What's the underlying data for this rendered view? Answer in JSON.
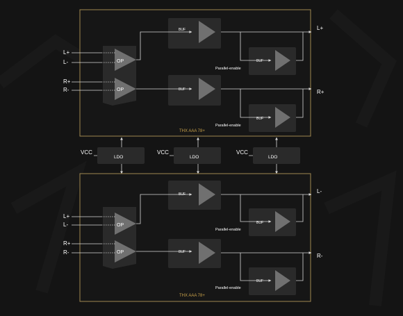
{
  "modules": [
    {
      "inputs": [
        "L+",
        "L-",
        "R+",
        "R-"
      ],
      "op_labels": [
        "OP",
        "OP"
      ],
      "buffers": [
        "BUF",
        "BUF",
        "BUF",
        "BUF"
      ],
      "parallel_labels": [
        "Parallel-enable",
        "Parallel-enable"
      ],
      "outputs": [
        "L+",
        "R+"
      ],
      "footer": "THX AAA 78+"
    },
    {
      "inputs": [
        "L+",
        "L-",
        "R+",
        "R-"
      ],
      "op_labels": [
        "OP",
        "OP"
      ],
      "buffers": [
        "BUF",
        "BUF",
        "BUF",
        "BUF"
      ],
      "parallel_labels": [
        "Parallel-enable",
        "Parallel-enable"
      ],
      "outputs": [
        "L-",
        "R-"
      ],
      "footer": "THX AAA 78+"
    }
  ],
  "regulators": [
    {
      "supply": "VCC",
      "label": "LDO"
    },
    {
      "supply": "VCC",
      "label": "LDO"
    },
    {
      "supply": "VCC",
      "label": "LDO"
    }
  ],
  "colors": {
    "background": "#141414",
    "panel_border": "#a08850",
    "footer_text": "#c9a24a",
    "block_fill": "#2a2a2a",
    "triangle_fill": "#707070",
    "wire": "#d8d8d8",
    "label": "#ffffff"
  }
}
